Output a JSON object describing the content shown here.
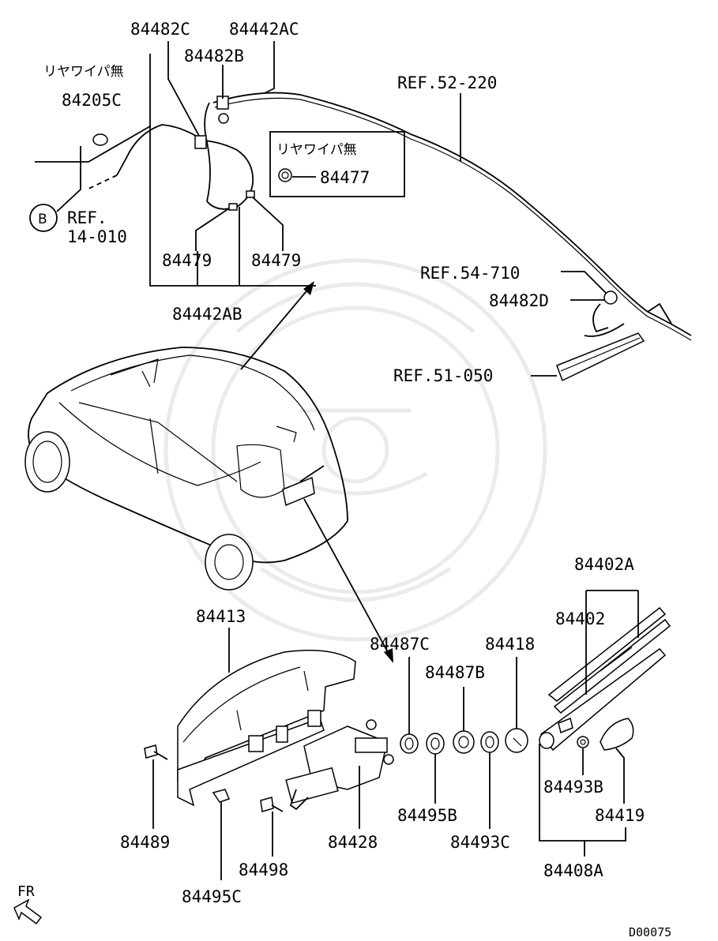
{
  "labels": {
    "p84482C": "84482C",
    "p84442AC": "84442AC",
    "p84482B": "84482B",
    "ref52_220": "REF.52-220",
    "note_rear_wiper_less_1": "リヤワイパ無",
    "p84205C": "84205C",
    "note_rear_wiper_less_2": "リヤワイパ無",
    "p84477": "84477",
    "callout_b": "B",
    "ref14_010_a": "REF.",
    "ref14_010_b": "14-010",
    "p84479_left": "84479",
    "p84479_right": "84479",
    "p84442AB": "84442AB",
    "ref54_710": "REF.54-710",
    "p84482D": "84482D",
    "ref51_050": "REF.51-050",
    "p84402A": "84402A",
    "p84402": "84402",
    "p84413": "84413",
    "p84487C": "84487C",
    "p84418": "84418",
    "p84487B": "84487B",
    "p84493B": "84493B",
    "p84419": "84419",
    "p84495B": "84495B",
    "p84493C": "84493C",
    "p84408A": "84408A",
    "p84489": "84489",
    "p84428": "84428",
    "p84498": "84498",
    "p84495C": "84495C",
    "fr": "FR",
    "diagram_id": "D00075"
  }
}
